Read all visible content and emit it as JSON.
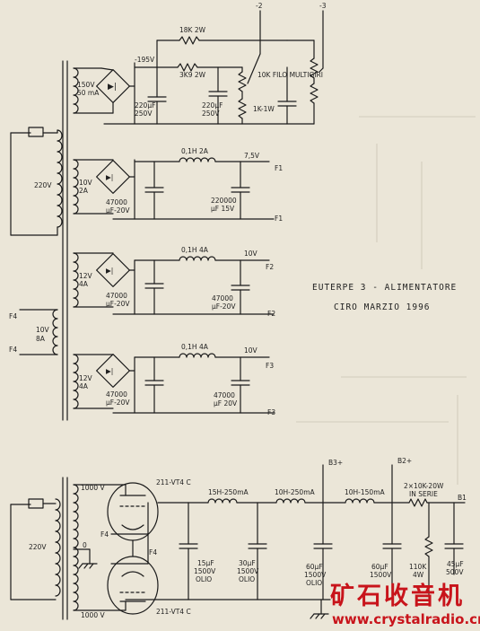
{
  "title": "EUTERPE 3 - ALIMENTATORE",
  "subtitle": "CIRO MARZIO 1996",
  "top_section": {
    "terminals": [
      "-2",
      "-3"
    ],
    "secondary": [
      "150V",
      "50 mA"
    ],
    "node_voltage": "-195V",
    "resistors": [
      "18K 2W",
      "3K9 2W",
      "10K FILO MULTIGIRI",
      "1K-1W"
    ],
    "capacitors": [
      [
        "220µF",
        "250V"
      ],
      [
        "220µF",
        "250V"
      ]
    ]
  },
  "mains": {
    "top": "220V",
    "bottom": "220V"
  },
  "f1": {
    "secondary": [
      "10V",
      "2A"
    ],
    "choke": "0,1H 2A",
    "cap1": [
      "47000",
      "µF-20V"
    ],
    "cap2": [
      "220000",
      "µF 15V"
    ],
    "out_voltage": "7,5V",
    "out_plus": "F1",
    "out_minus": "F1"
  },
  "f2": {
    "secondary": [
      "12V",
      "4A"
    ],
    "choke": "0,1H 4A",
    "cap1": [
      "47000",
      "µF-20V"
    ],
    "cap2": [
      "47000",
      "µF-20V"
    ],
    "out_voltage": "10V",
    "out_plus": "F2",
    "out_minus": "F2"
  },
  "f3": {
    "secondary": [
      "12V",
      "4A"
    ],
    "choke": "0,1H 4A",
    "cap1": [
      "47000",
      "µF-20V"
    ],
    "cap2": [
      "47000",
      "µF 20V"
    ],
    "out_voltage": "10V",
    "out_plus": "F3",
    "out_minus": "F3"
  },
  "f4": {
    "winding": [
      "10V",
      "8A"
    ],
    "label_top": "F4",
    "label_bottom": "F4"
  },
  "hv": {
    "tube_top": "211-VT4 C",
    "tube_bottom": "211-VT4 C",
    "sec_top": "1000 V",
    "sec_bottom": "1000 V",
    "center_tap": "0",
    "filament_left": "F4",
    "filament_right": "F4",
    "chokes": [
      "15H-250mA",
      "10H-250mA",
      "10H-150mA"
    ],
    "series_resistor": [
      "2×10K-20W",
      "IN SERIE"
    ],
    "bleeder": [
      "110K",
      "4W"
    ],
    "caps": [
      [
        "15µF",
        "1500V",
        "OLIO"
      ],
      [
        "30µF",
        "1500V",
        "OLIO"
      ],
      [
        "60µF",
        "1500V",
        "OLIO"
      ],
      [
        "60µF",
        "1500V"
      ],
      [
        "45µF",
        "500V"
      ]
    ],
    "taps": [
      "B3+",
      "B2+",
      "B1"
    ]
  },
  "watermark": {
    "cn": "矿石收音机",
    "url": "www.crystalradio.cn"
  },
  "colors": {
    "paper": "#ebe6d8",
    "ink": "#1b1b1b",
    "watermark": "#c8141b"
  }
}
